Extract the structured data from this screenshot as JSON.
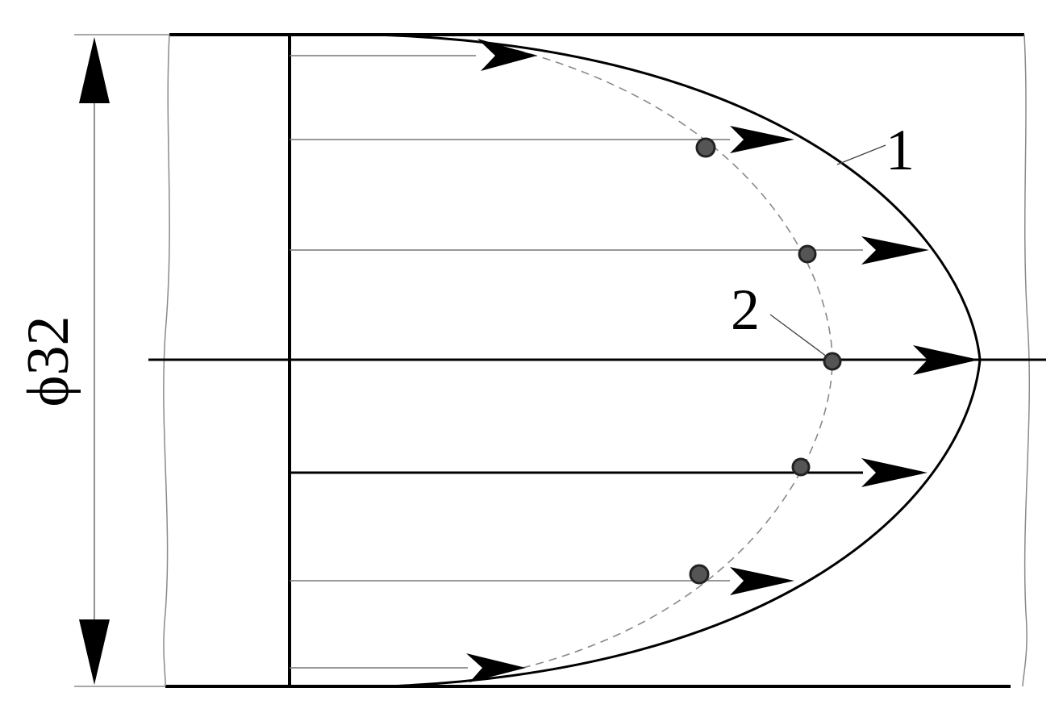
{
  "diameter_label": "ϕ32",
  "callouts": {
    "curve_1": "1",
    "curve_2": "2"
  },
  "colors": {
    "stroke": "#000000",
    "thin_stroke": "#8a8a8a",
    "marker_fill": "#666666",
    "background": "#ffffff"
  },
  "icons": {
    "arrowhead": "filled-triangle-arrow-icon",
    "particle": "particle-dot-icon"
  }
}
